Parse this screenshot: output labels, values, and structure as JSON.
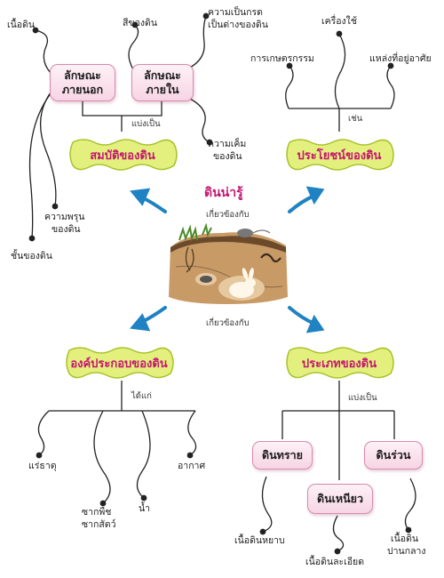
{
  "title": "ดินน่ารู้",
  "relation_top": "เกี่ยวข้องกับ",
  "relation_bottom": "เกี่ยวข้องกับ",
  "properties": {
    "label": "สมบัติของดิน",
    "connector": "แบ่งเป็น",
    "external": {
      "label_line1": "ลักษณะ",
      "label_line2": "ภายนอก",
      "items": [
        "เนื้อดิน",
        "ความพรุน",
        "ของดิน",
        "ชั้นของดิน"
      ]
    },
    "internal": {
      "label_line1": "ลักษณะ",
      "label_line2": "ภายใน",
      "items": [
        "สีของดิน",
        "ความเป็นกรด",
        "เป็นด่างของดิน",
        "ความเค็ม",
        "ของดิน"
      ]
    }
  },
  "benefits": {
    "label": "ประโยชน์ของดิน",
    "connector": "เช่น",
    "items": [
      "การเกษตรกรรม",
      "เครื่องใช้",
      "แหล่งที่อยู่อาศัย"
    ]
  },
  "components": {
    "label": "องค์ประกอบของดิน",
    "connector": "ได้แก่",
    "items": [
      "แร่ธาตุ",
      "ซากพืช",
      "ซากสัตว์",
      "น้ำ",
      "อากาศ"
    ]
  },
  "types": {
    "label": "ประเภทของดิน",
    "connector": "แบ่งเป็น",
    "sand": {
      "label": "ดินทราย",
      "desc": "เนื้อดินหยาบ"
    },
    "clay": {
      "label": "ดินเหนียว",
      "desc": "เนื้อดินละเอียด"
    },
    "loam": {
      "label": "ดินร่วน",
      "desc_line1": "เนื้อดิน",
      "desc_line2": "ปานกลาง"
    }
  },
  "colors": {
    "accent_text": "#c41670",
    "wavy_fill": "#e4f07e",
    "wavy_stroke": "#a8c22a",
    "arrow": "#1f82c3",
    "pink_box": "#f7d5e4"
  }
}
